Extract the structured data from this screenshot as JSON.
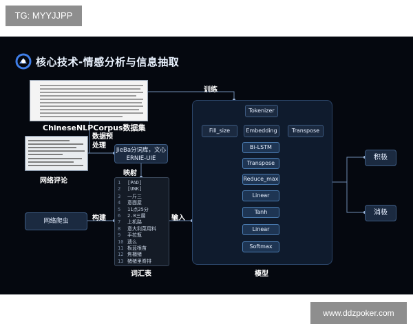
{
  "watermarks": {
    "top_left": "TG: MYYJJPP",
    "bottom_right": "www.ddzpoker.com"
  },
  "title": "核心技术-情感分析与信息抽取",
  "sources": {
    "corpus_label": "ChineseNLPCorpus数据集",
    "comments_label": "网络评论",
    "crawler_label": "网络爬虫"
  },
  "steps": {
    "preprocess": "数据预处理",
    "tokenizer_box": "JieBa分词库，文心ERNIE-UIE",
    "mapping": "映射",
    "build": "构建",
    "input": "输入",
    "train": "训练"
  },
  "vocab": {
    "label": "词汇表",
    "rows": [
      {
        "n": "1",
        "t": "[PAD]"
      },
      {
        "n": "2",
        "t": "[UNK]"
      },
      {
        "n": "3",
        "t": "一斤三"
      },
      {
        "n": "4",
        "t": "意面屋"
      },
      {
        "n": "5",
        "t": "11点25分"
      },
      {
        "n": "6",
        "t": "2.0三層"
      },
      {
        "n": "7",
        "t": "上机路"
      },
      {
        "n": "8",
        "t": "意大利菜用料"
      },
      {
        "n": "9",
        "t": "手拉瓶"
      },
      {
        "n": "10",
        "t": "遗么"
      },
      {
        "n": "11",
        "t": "板蓝根苗"
      },
      {
        "n": "12",
        "t": "焦櫃猪"
      },
      {
        "n": "13",
        "t": "猪猪里脊排"
      }
    ]
  },
  "model": {
    "label": "模型",
    "tokenizer": "Tokenizer",
    "fill": "Fill_size",
    "embedding": "Embedding",
    "transpose_side": "Transpose",
    "layers": [
      "Bi-LSTM",
      "Transpose",
      "Reduce_max",
      "Linear",
      "Tanh",
      "Linear",
      "Softmax"
    ]
  },
  "outputs": {
    "positive": "积极",
    "negative": "消极"
  }
}
